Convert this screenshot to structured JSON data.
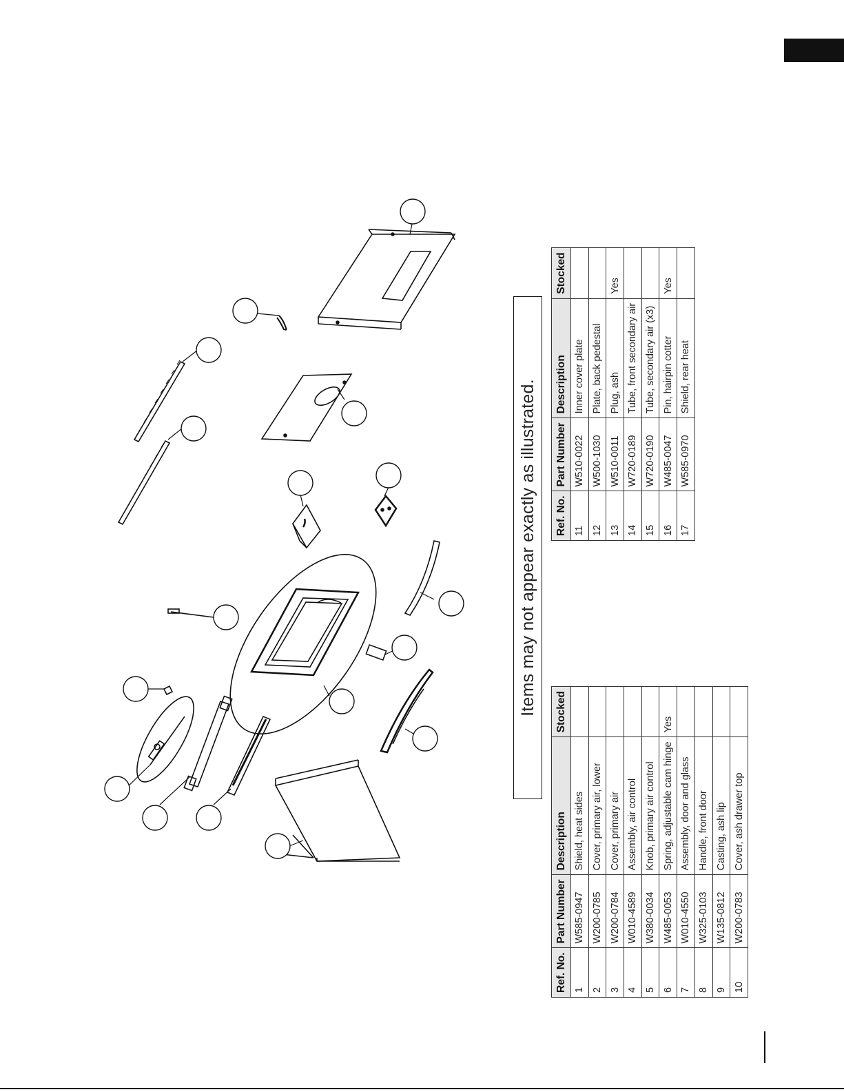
{
  "notice": "Items may not appear exactly as illustrated.",
  "table_headers": {
    "ref": "Ref. No.",
    "part": "Part Number",
    "desc": "Description",
    "stocked": "Stocked"
  },
  "parts_table_1": [
    {
      "ref": "1",
      "part": "W585-0947",
      "desc": "Shield, heat sides",
      "stocked": ""
    },
    {
      "ref": "2",
      "part": "W200-0785",
      "desc": "Cover, primary air, lower",
      "stocked": ""
    },
    {
      "ref": "3",
      "part": "W200-0784",
      "desc": "Cover, primary air",
      "stocked": ""
    },
    {
      "ref": "4",
      "part": "W010-4589",
      "desc": "Assembly, air control",
      "stocked": ""
    },
    {
      "ref": "5",
      "part": "W380-0034",
      "desc": "Knob, primary air control",
      "stocked": ""
    },
    {
      "ref": "6",
      "part": "W485-0053",
      "desc": "Spring, adjustable cam hinge",
      "stocked": "Yes"
    },
    {
      "ref": "7",
      "part": "W010-4550",
      "desc": "Assembly, door and glass",
      "stocked": ""
    },
    {
      "ref": "8",
      "part": "W325-0103",
      "desc": "Handle, front door",
      "stocked": ""
    },
    {
      "ref": "9",
      "part": "W135-0812",
      "desc": "Casting, ash lip",
      "stocked": ""
    },
    {
      "ref": "10",
      "part": "W200-0783",
      "desc": "Cover, ash drawer top",
      "stocked": ""
    }
  ],
  "parts_table_2": [
    {
      "ref": "11",
      "part": "W510-0022",
      "desc": "Inner cover plate",
      "stocked": ""
    },
    {
      "ref": "12",
      "part": "W500-1030",
      "desc": "Plate, back pedestal",
      "stocked": ""
    },
    {
      "ref": "13",
      "part": "W510-0011",
      "desc": "Plug, ash",
      "stocked": "Yes"
    },
    {
      "ref": "14",
      "part": "W720-0189",
      "desc": "Tube, front secondary air",
      "stocked": ""
    },
    {
      "ref": "15",
      "part": "W720-0190",
      "desc": "Tube, secondary air (x3)",
      "stocked": ""
    },
    {
      "ref": "16",
      "part": "W485-0047",
      "desc": "Pin, hairpin cotter",
      "stocked": "Yes"
    },
    {
      "ref": "17",
      "part": "W585-0970",
      "desc": "Shield, rear heat",
      "stocked": ""
    }
  ]
}
